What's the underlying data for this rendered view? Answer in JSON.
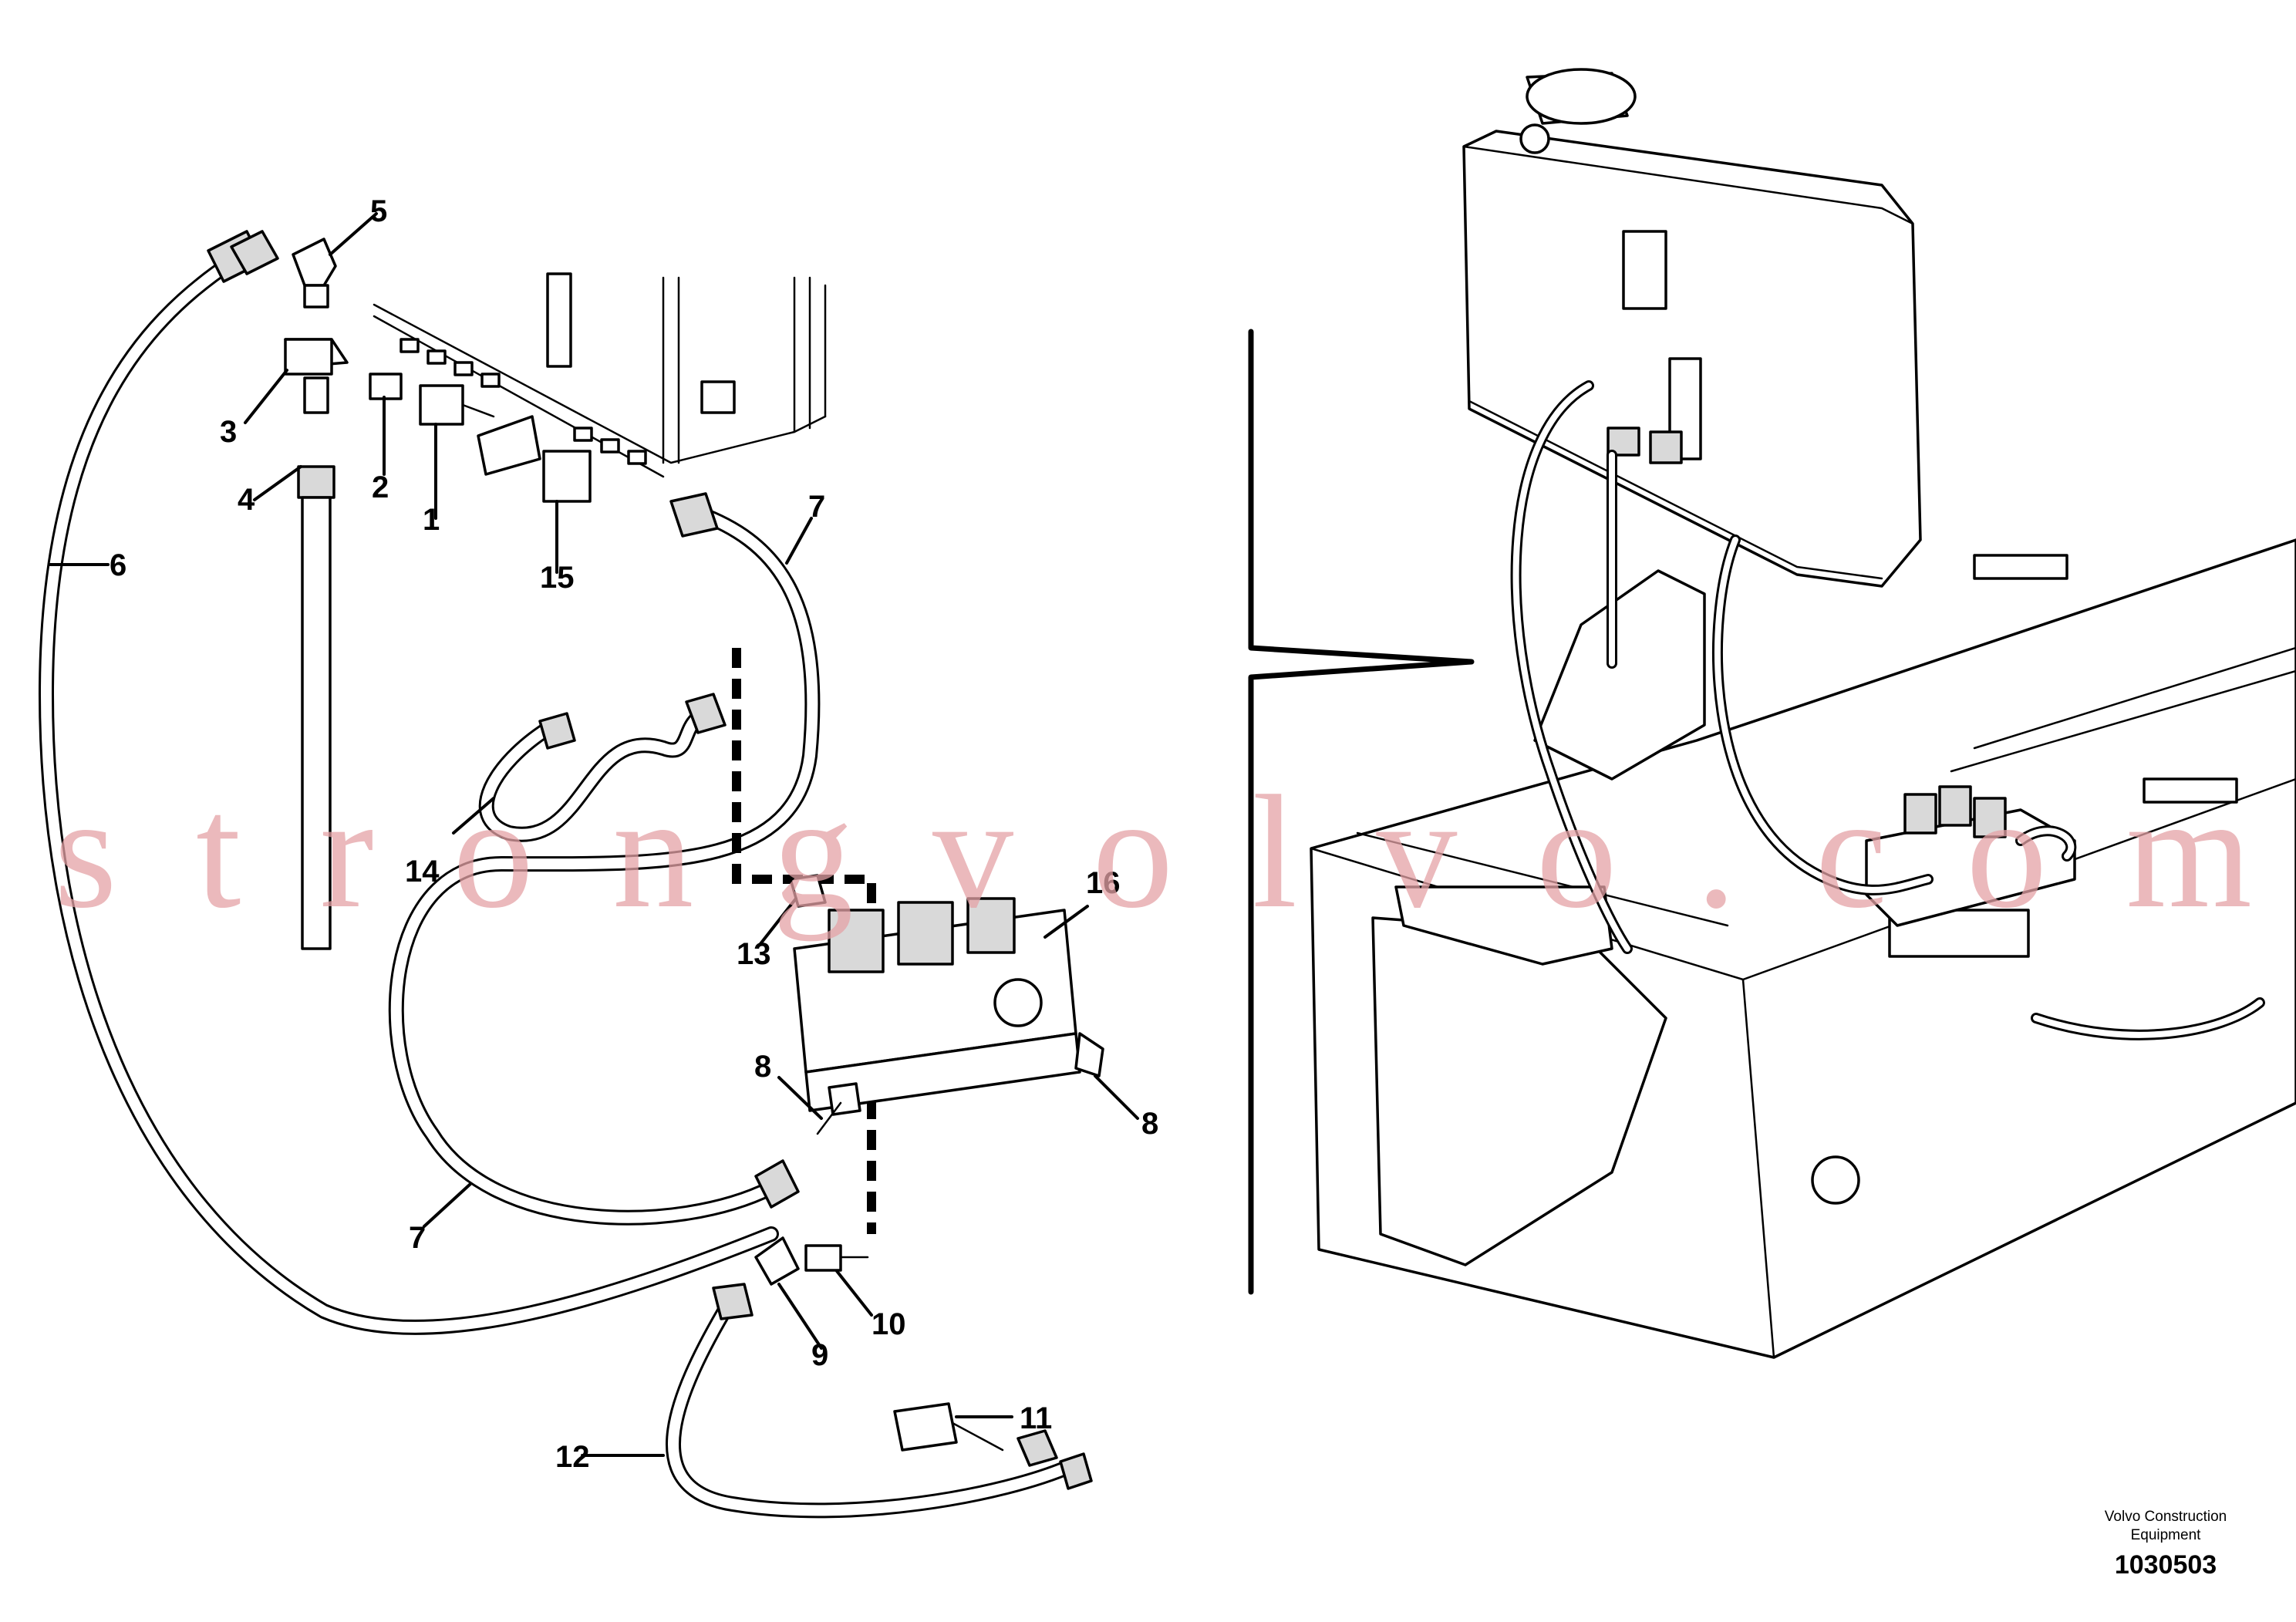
{
  "diagram": {
    "callouts": [
      "1",
      "2",
      "3",
      "4",
      "5",
      "6",
      "7",
      "7",
      "8",
      "8",
      "9",
      "10",
      "11",
      "12",
      "13",
      "14",
      "15",
      "16"
    ],
    "footer": {
      "company_line1": "Volvo Construction",
      "company_line2": "Equipment",
      "illustration_number": "1030503"
    },
    "watermark": "strongvolvo.com"
  }
}
